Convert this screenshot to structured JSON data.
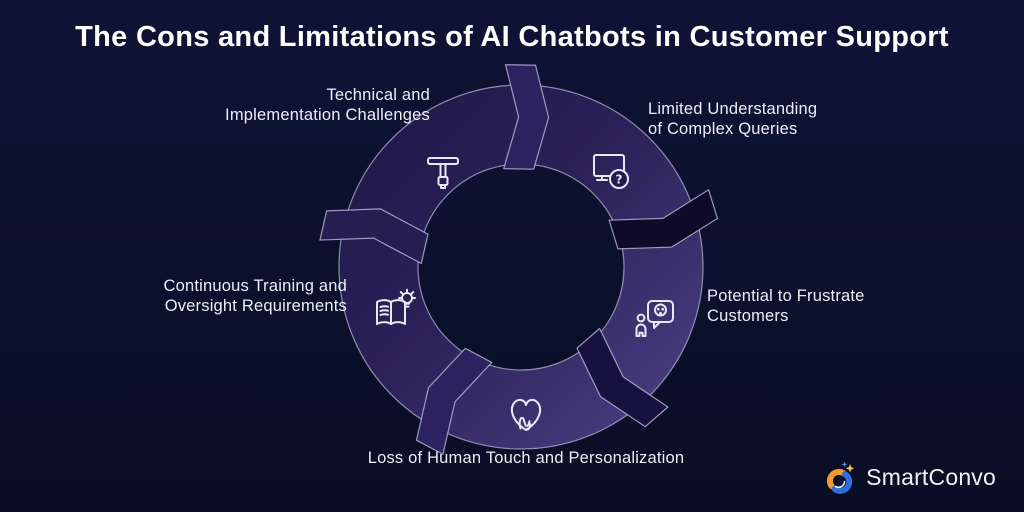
{
  "title": "The Cons and Limitations of AI Chatbots in Customer Support",
  "diagram": {
    "type": "cycle-ring",
    "segment_count": 5,
    "segments": [
      {
        "id": "technical",
        "label_lines": [
          "Technical and",
          "Implementation Challenges"
        ],
        "icon": "t-handle-tool-icon",
        "position": "top-left"
      },
      {
        "id": "limited-understanding",
        "label_lines": [
          "Limited Understanding",
          "of Complex Queries"
        ],
        "icon": "monitor-question-icon",
        "position": "top-right"
      },
      {
        "id": "frustrate-customers",
        "label_lines": [
          "Potential to Frustrate",
          "Customers"
        ],
        "icon": "person-speech-skull-icon",
        "position": "right"
      },
      {
        "id": "loss-human-touch",
        "label_lines": [
          "Loss of Human Touch and Personalization"
        ],
        "icon": "hand-in-heart-icon",
        "position": "bottom"
      },
      {
        "id": "continuous-training",
        "label_lines": [
          "Continuous Training and",
          "Oversight Requirements"
        ],
        "icon": "book-lightbulb-icon",
        "position": "left"
      }
    ]
  },
  "branding": {
    "logo_text": "SmartConvo"
  },
  "colors": {
    "background_top": "#0e1336",
    "background_bottom": "#090d24",
    "title_text": "#ffffff",
    "label_text": "#edeef6",
    "ring_dark": "#1e1747",
    "ring_light": "#4e4287",
    "ring_outline": "#b6b0d0",
    "icon_stroke": "#e9e9f4",
    "logo_orange": "#f39c2d",
    "logo_yellow": "#f7c948",
    "logo_blue": "#2e6fdb"
  }
}
